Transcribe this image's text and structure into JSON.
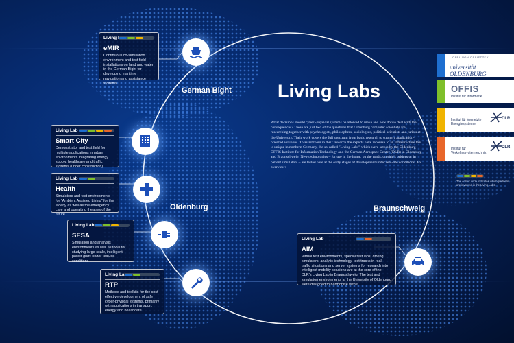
{
  "page": {
    "title": "Living Labs",
    "intro": "What decisions should cyber -physical systems be allowed to make and how do we deal with the consequences? These are just two of the questions that Oldenburg computer scientists are researching together with psychologists, philosophers, sociologists, political scientists and jurists at the University. Their work covers the full spectrum from basic research to strongly application-oriented solutions. To assist them in their research the experts have recourse to an infrastructure that is unique in northern Germany, the so-called \"Living Labs\" which were set up by the Oldenburg OFFIS Institute for Information Technology and the German Aerospace Center (DLR) in Oldenburg and Braunschweig. New technologies – for use in the home, on the roads, on ship's bridges or in patient simulators – are tested here at the early stages of development under real-life conditions. An overview:"
  },
  "places": {
    "german_bight": "German Bight",
    "oldenburg": "Oldenburg",
    "braunschweig": "Braunschweig"
  },
  "colors": {
    "uni": "#1e6fd0",
    "offis": "#7fbf2a",
    "dlr_energy": "#f0b400",
    "dlr_traffic": "#e8662a"
  },
  "labs": [
    {
      "tag": "Living Lab",
      "title": "eMIR",
      "desc": "Continuous co-simulation environment and test field installations on land and water in the German Bight for developing maritime navigation and assistance systems",
      "icon": "ship-icon",
      "partners": [
        "#1e6fd0",
        "#7fbf2a",
        "#f0b400"
      ]
    },
    {
      "tag": "Living Lab",
      "title": "Smart City",
      "desc": "Demonstrator and test field for multiple applications in urban environments integrating energy supply, healthcare and traffic systems (under construction)",
      "icon": "building-icon",
      "partners": [
        "#1e6fd0",
        "#7fbf2a",
        "#f0b400",
        "#e8662a"
      ]
    },
    {
      "tag": "Living Lab",
      "title": "Health",
      "desc": "Simulators and test environments for \"Ambient Assisted Living\" for the elderly as well as the emergency care and operating theatres of the future",
      "icon": "medical-cross-icon",
      "partners": [
        "#1e6fd0",
        "#7fbf2a"
      ]
    },
    {
      "tag": "Living Lab",
      "title": "SESA",
      "desc": "Simulation and analysis environments as well as tools for studying large-scale, intelligent power grids under real-life conditions",
      "icon": "power-plug-icon",
      "partners": [
        "#1e6fd0",
        "#7fbf2a",
        "#f0b400"
      ]
    },
    {
      "tag": "Living Lab",
      "title": "RTP",
      "desc": "Methods and toolkits for the cost-effective development of safe cyber-physical systems, primarily with applications in transport, energy and healthcare",
      "icon": "wrench-icon",
      "partners": [
        "#1e6fd0",
        "#7fbf2a"
      ]
    },
    {
      "tag": "Living Lab",
      "title": "AIM",
      "desc": "Virtual test environments, special test labs, driving simulators, analytic technology, test tracks in real-traffic situations and server systems for research into intelligent mobility solutions are at the core of the DLR's Living Lab in Braunschweig. The test and simulation environments at the University of Oldenburg were designed to harmonise with it.",
      "icon": "car-icon",
      "partners": [
        "#1e6fd0",
        "#e8662a"
      ]
    }
  ],
  "partners": [
    {
      "name": "universität OLDENBURG",
      "sub": "CARL VON OSSIETZKY",
      "color": "#1e6fd0",
      "icon": "university-logo"
    },
    {
      "name": "OFFIS",
      "sub": "Institut für Informatik",
      "color": "#7fbf2a",
      "icon": "offis-logo"
    },
    {
      "name": "DLR",
      "sub": "Institut für Vernetzte Energiesysteme",
      "color": "#f0b400",
      "icon": "dlr-logo"
    },
    {
      "name": "DLR",
      "sub": "Institut für Verkehrssystemtechnik",
      "color": "#e8662a",
      "icon": "dlr-logo"
    }
  ],
  "legend": "The colour code indicates which partners are involved in the Living Labs."
}
